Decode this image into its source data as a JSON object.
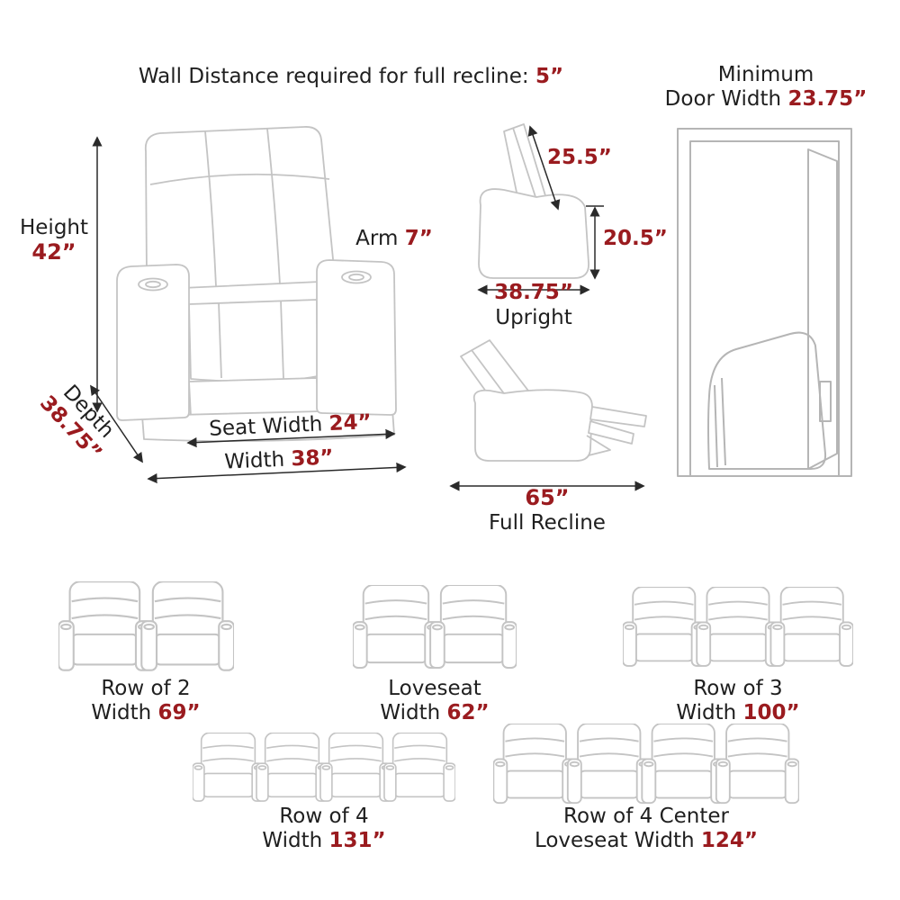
{
  "colors": {
    "accent": "#9a1b1f",
    "text": "#1f1f1f",
    "art_line": "#c4c4c4",
    "dim_line": "#2a2a2a"
  },
  "header": {
    "label": "Wall Distance required for full recline: ",
    "value": "5”"
  },
  "door": {
    "line1": "Minimum",
    "line2_label": "Door Width ",
    "line2_value": "23.75”"
  },
  "front_view": {
    "height_label": "Height",
    "height_value": "42”",
    "arm_label": "Arm ",
    "arm_value": "7”",
    "depth_label": "Depth",
    "depth_value": "38.75”",
    "seat_width_label": "Seat Width ",
    "seat_width_value": "24”",
    "width_label": "Width ",
    "width_value": "38”"
  },
  "upright": {
    "back_value": "25.5”",
    "height_value": "20.5”",
    "depth_value": "38.75”",
    "caption": "Upright"
  },
  "full_recline": {
    "length_value": "65”",
    "caption": "Full Recline"
  },
  "rows": [
    {
      "name": "Row of 2",
      "width_label": "Width ",
      "width_value": "69”"
    },
    {
      "name": "Loveseat",
      "width_label": "Width ",
      "width_value": "62”"
    },
    {
      "name": "Row of 3",
      "width_label": "Width ",
      "width_value": "100”"
    },
    {
      "name": "Row of 4",
      "width_label": "Width ",
      "width_value": "131”"
    },
    {
      "name": "Row of 4 Center",
      "width_label": "Loveseat Width ",
      "width_value": "124”"
    }
  ]
}
